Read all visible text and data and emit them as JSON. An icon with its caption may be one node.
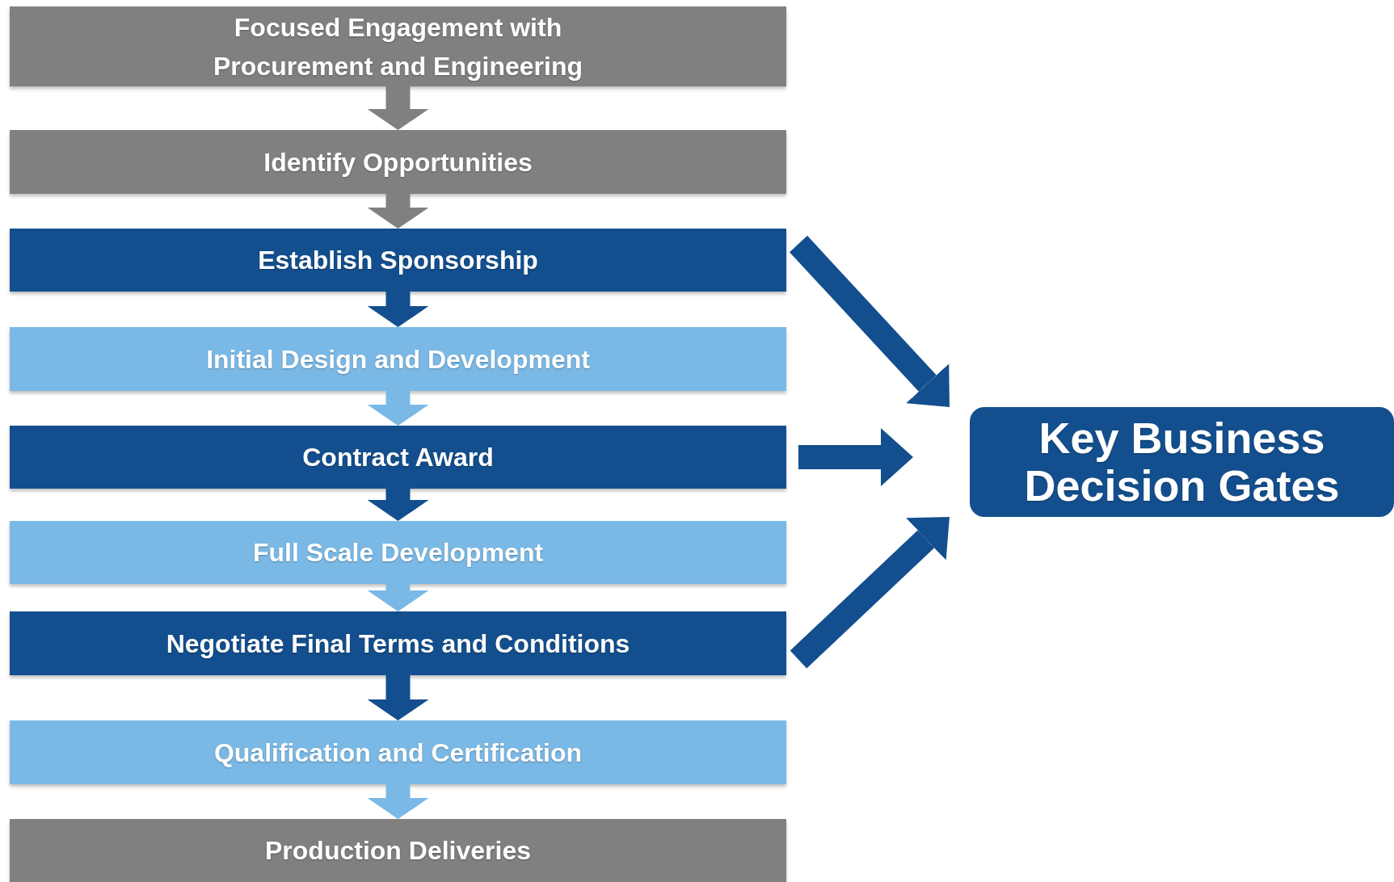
{
  "diagram": {
    "nodes": [
      {
        "text": [
          "Focused Engagement with Procurement and Engineering"
        ]
      },
      {
        "text": [
          "Identify Opportunities"
        ]
      },
      {
        "text": [
          "Establish Sponsorship"
        ]
      },
      {
        "text": [
          "Initial Design and Development"
        ]
      },
      {
        "text": [
          "Contract Award"
        ]
      },
      {
        "text": [
          "Full Scale Development"
        ]
      },
      {
        "text": [
          "Negotiate Final Terms and Conditions"
        ]
      },
      {
        "text": [
          "Qualification and Certification"
        ]
      },
      {
        "text": [
          "Production Deliveries"
        ]
      },
      {
        "text": [
          "Key Business Decision Gates"
        ]
      }
    ],
    "edges": [
      {
        "from": 0,
        "to": 1,
        "arrow": "to",
        "color": "#808080"
      },
      {
        "from": 1,
        "to": 2,
        "arrow": "to",
        "color": "#808080"
      },
      {
        "from": 2,
        "to": 3,
        "arrow": "to"
      },
      {
        "from": 3,
        "to": 4,
        "arrow": "to",
        "color": "#7ab9e6"
      },
      {
        "from": 4,
        "to": 5,
        "arrow": "to"
      },
      {
        "from": 5,
        "to": 6,
        "arrow": "to",
        "color": "#7ab9e6"
      },
      {
        "from": 6,
        "to": 7,
        "arrow": "to"
      },
      {
        "from": 7,
        "to": 8,
        "arrow": "to",
        "color": "#7ab9e6"
      },
      {
        "from": 2,
        "to": 9,
        "arrow": "to"
      },
      {
        "from": 4,
        "to": 9,
        "arrow": "to"
      },
      {
        "from": 6,
        "to": 9,
        "arrow": "to"
      }
    ]
  }
}
